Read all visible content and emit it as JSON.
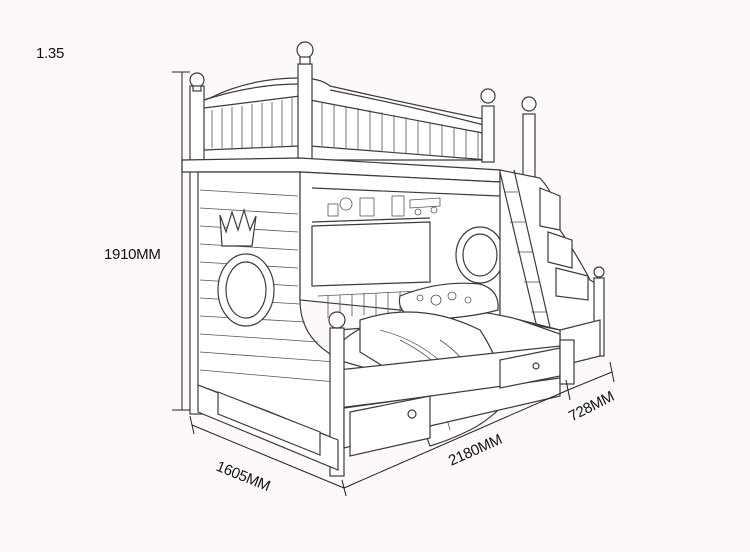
{
  "scale_label": "1.35",
  "dimensions": {
    "height": "1910MM",
    "width": "1605MM",
    "length": "2180MM",
    "depth": "728MM"
  },
  "colors": {
    "background": "#fdf9fa",
    "line": "#3b3b3b"
  }
}
